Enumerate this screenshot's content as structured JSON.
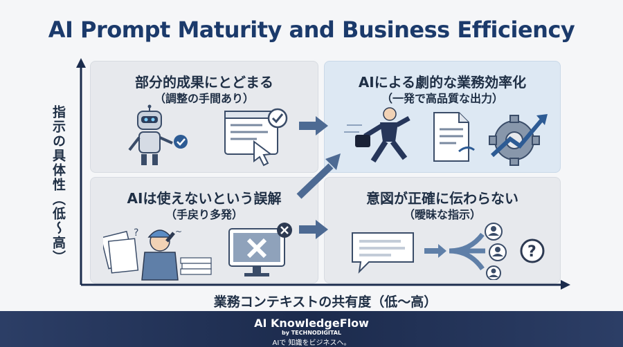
{
  "title": "AI Prompt Maturity and Business Efficiency",
  "y_axis_label": "指示の具体性（低〜高）",
  "x_axis_label": "業務コンテキストの共有度（低〜高）",
  "quadrants": {
    "top_left": {
      "title": "部分的成果にとどまる",
      "subtitle": "（調整の手間あり）"
    },
    "top_right": {
      "title": "AIによる劇的な業務効率化",
      "subtitle": "（一発で高品質な出力）"
    },
    "bottom_left": {
      "title": "AIは使えないという誤解",
      "subtitle": "（手戻り多発）"
    },
    "bottom_right": {
      "title": "意図が正確に伝わらない",
      "subtitle": "（曖昧な指示）"
    }
  },
  "footer": {
    "brand": "AI KnowledgeFlow",
    "byline": "by TECHNODIGITAL",
    "tagline": "AIで 知識をビジネスへ。"
  },
  "colors": {
    "title": "#1b3a6b",
    "axis": "#1b2c4d",
    "quadrant_bg": "#e7e9ed",
    "highlight_bg": "#dde8f3",
    "footer_bg": "#1c2b4d"
  }
}
